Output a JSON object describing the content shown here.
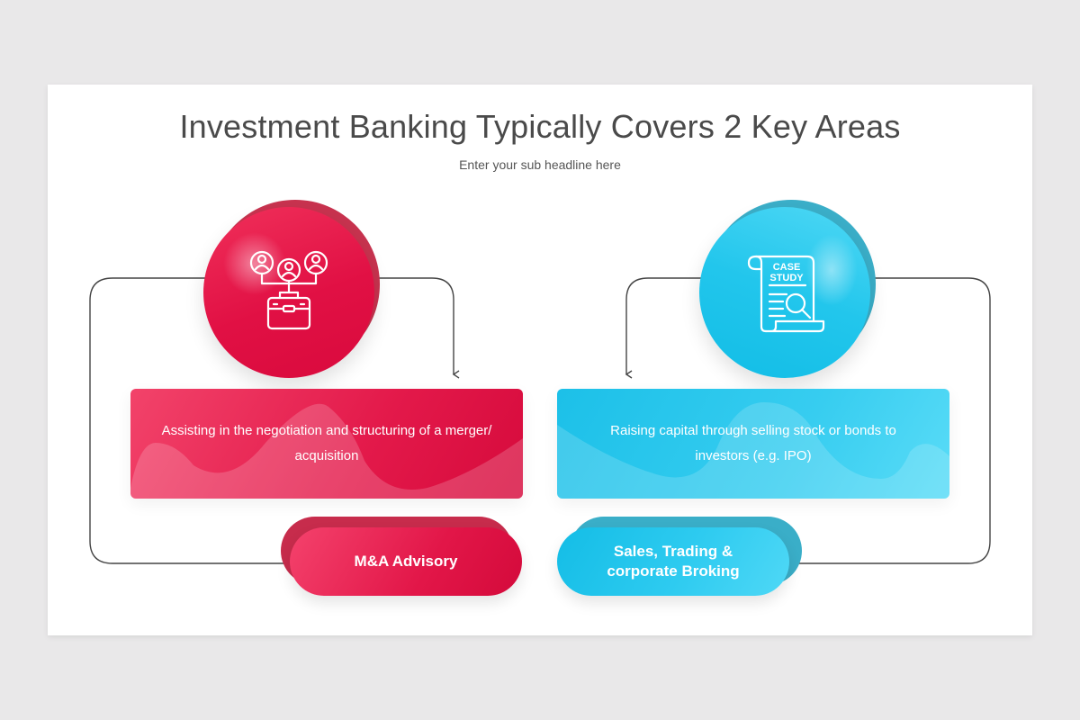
{
  "slide": {
    "title": "Investment Banking Typically Covers 2 Key Areas",
    "subtitle": "Enter your sub headline here"
  },
  "areas": [
    {
      "icon": "team-briefcase-icon",
      "description": "Assisting in the negotiation and structuring of a merger/ acquisition",
      "label": "M&A Advisory",
      "color": "#e11044"
    },
    {
      "icon": "case-study-document-icon",
      "icon_text_line1": "CASE",
      "icon_text_line2": "STUDY",
      "description": "Raising capital through selling stock or bonds to investors (e.g. IPO)",
      "label_line1": "Sales, Trading &",
      "label_line2": "corporate Broking",
      "color": "#22c6ec"
    }
  ],
  "colors": {
    "background": "#e9e8e9",
    "slide": "#ffffff",
    "text": "#4a4a4a",
    "connector": "#444444"
  }
}
